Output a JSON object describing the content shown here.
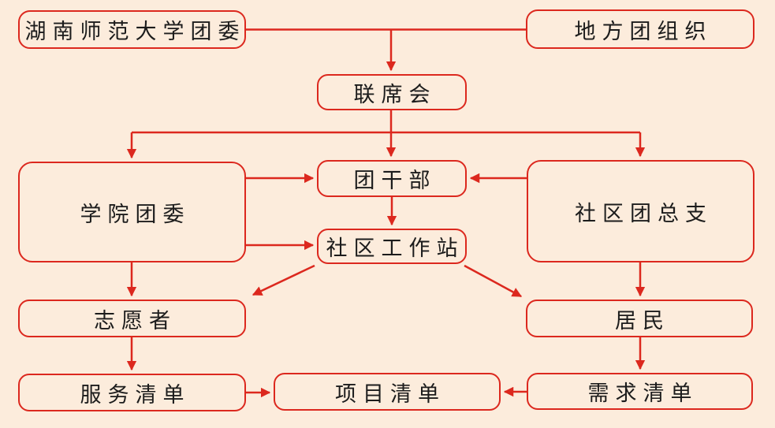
{
  "diagram": {
    "colors": {
      "line": "#dc281e",
      "background": "#fcecdc",
      "text": "#1c1c1c"
    },
    "nodes": {
      "university": {
        "label": "湖南师范大学团委"
      },
      "local": {
        "label": "地方团组织"
      },
      "joint": {
        "label": "联席会"
      },
      "college": {
        "label": "学院团委"
      },
      "cadre": {
        "label": "团干部"
      },
      "branch": {
        "label": "社区团总支"
      },
      "station": {
        "label": "社区工作站"
      },
      "volunteer": {
        "label": "志愿者"
      },
      "resident": {
        "label": "居民"
      },
      "service": {
        "label": "服务清单"
      },
      "project": {
        "label": "项目清单"
      },
      "demand": {
        "label": "需求清单"
      }
    },
    "edges": [
      {
        "from": "university",
        "to": "joint"
      },
      {
        "from": "local",
        "to": "joint"
      },
      {
        "from": "joint",
        "to": "college"
      },
      {
        "from": "joint",
        "to": "cadre"
      },
      {
        "from": "joint",
        "to": "branch"
      },
      {
        "from": "college",
        "to": "cadre"
      },
      {
        "from": "branch",
        "to": "cadre"
      },
      {
        "from": "cadre",
        "to": "station"
      },
      {
        "from": "college",
        "to": "station"
      },
      {
        "from": "college",
        "to": "volunteer"
      },
      {
        "from": "branch",
        "to": "resident"
      },
      {
        "from": "station",
        "to": "volunteer"
      },
      {
        "from": "station",
        "to": "resident"
      },
      {
        "from": "volunteer",
        "to": "service"
      },
      {
        "from": "resident",
        "to": "demand"
      },
      {
        "from": "service",
        "to": "project"
      },
      {
        "from": "demand",
        "to": "project"
      }
    ]
  }
}
